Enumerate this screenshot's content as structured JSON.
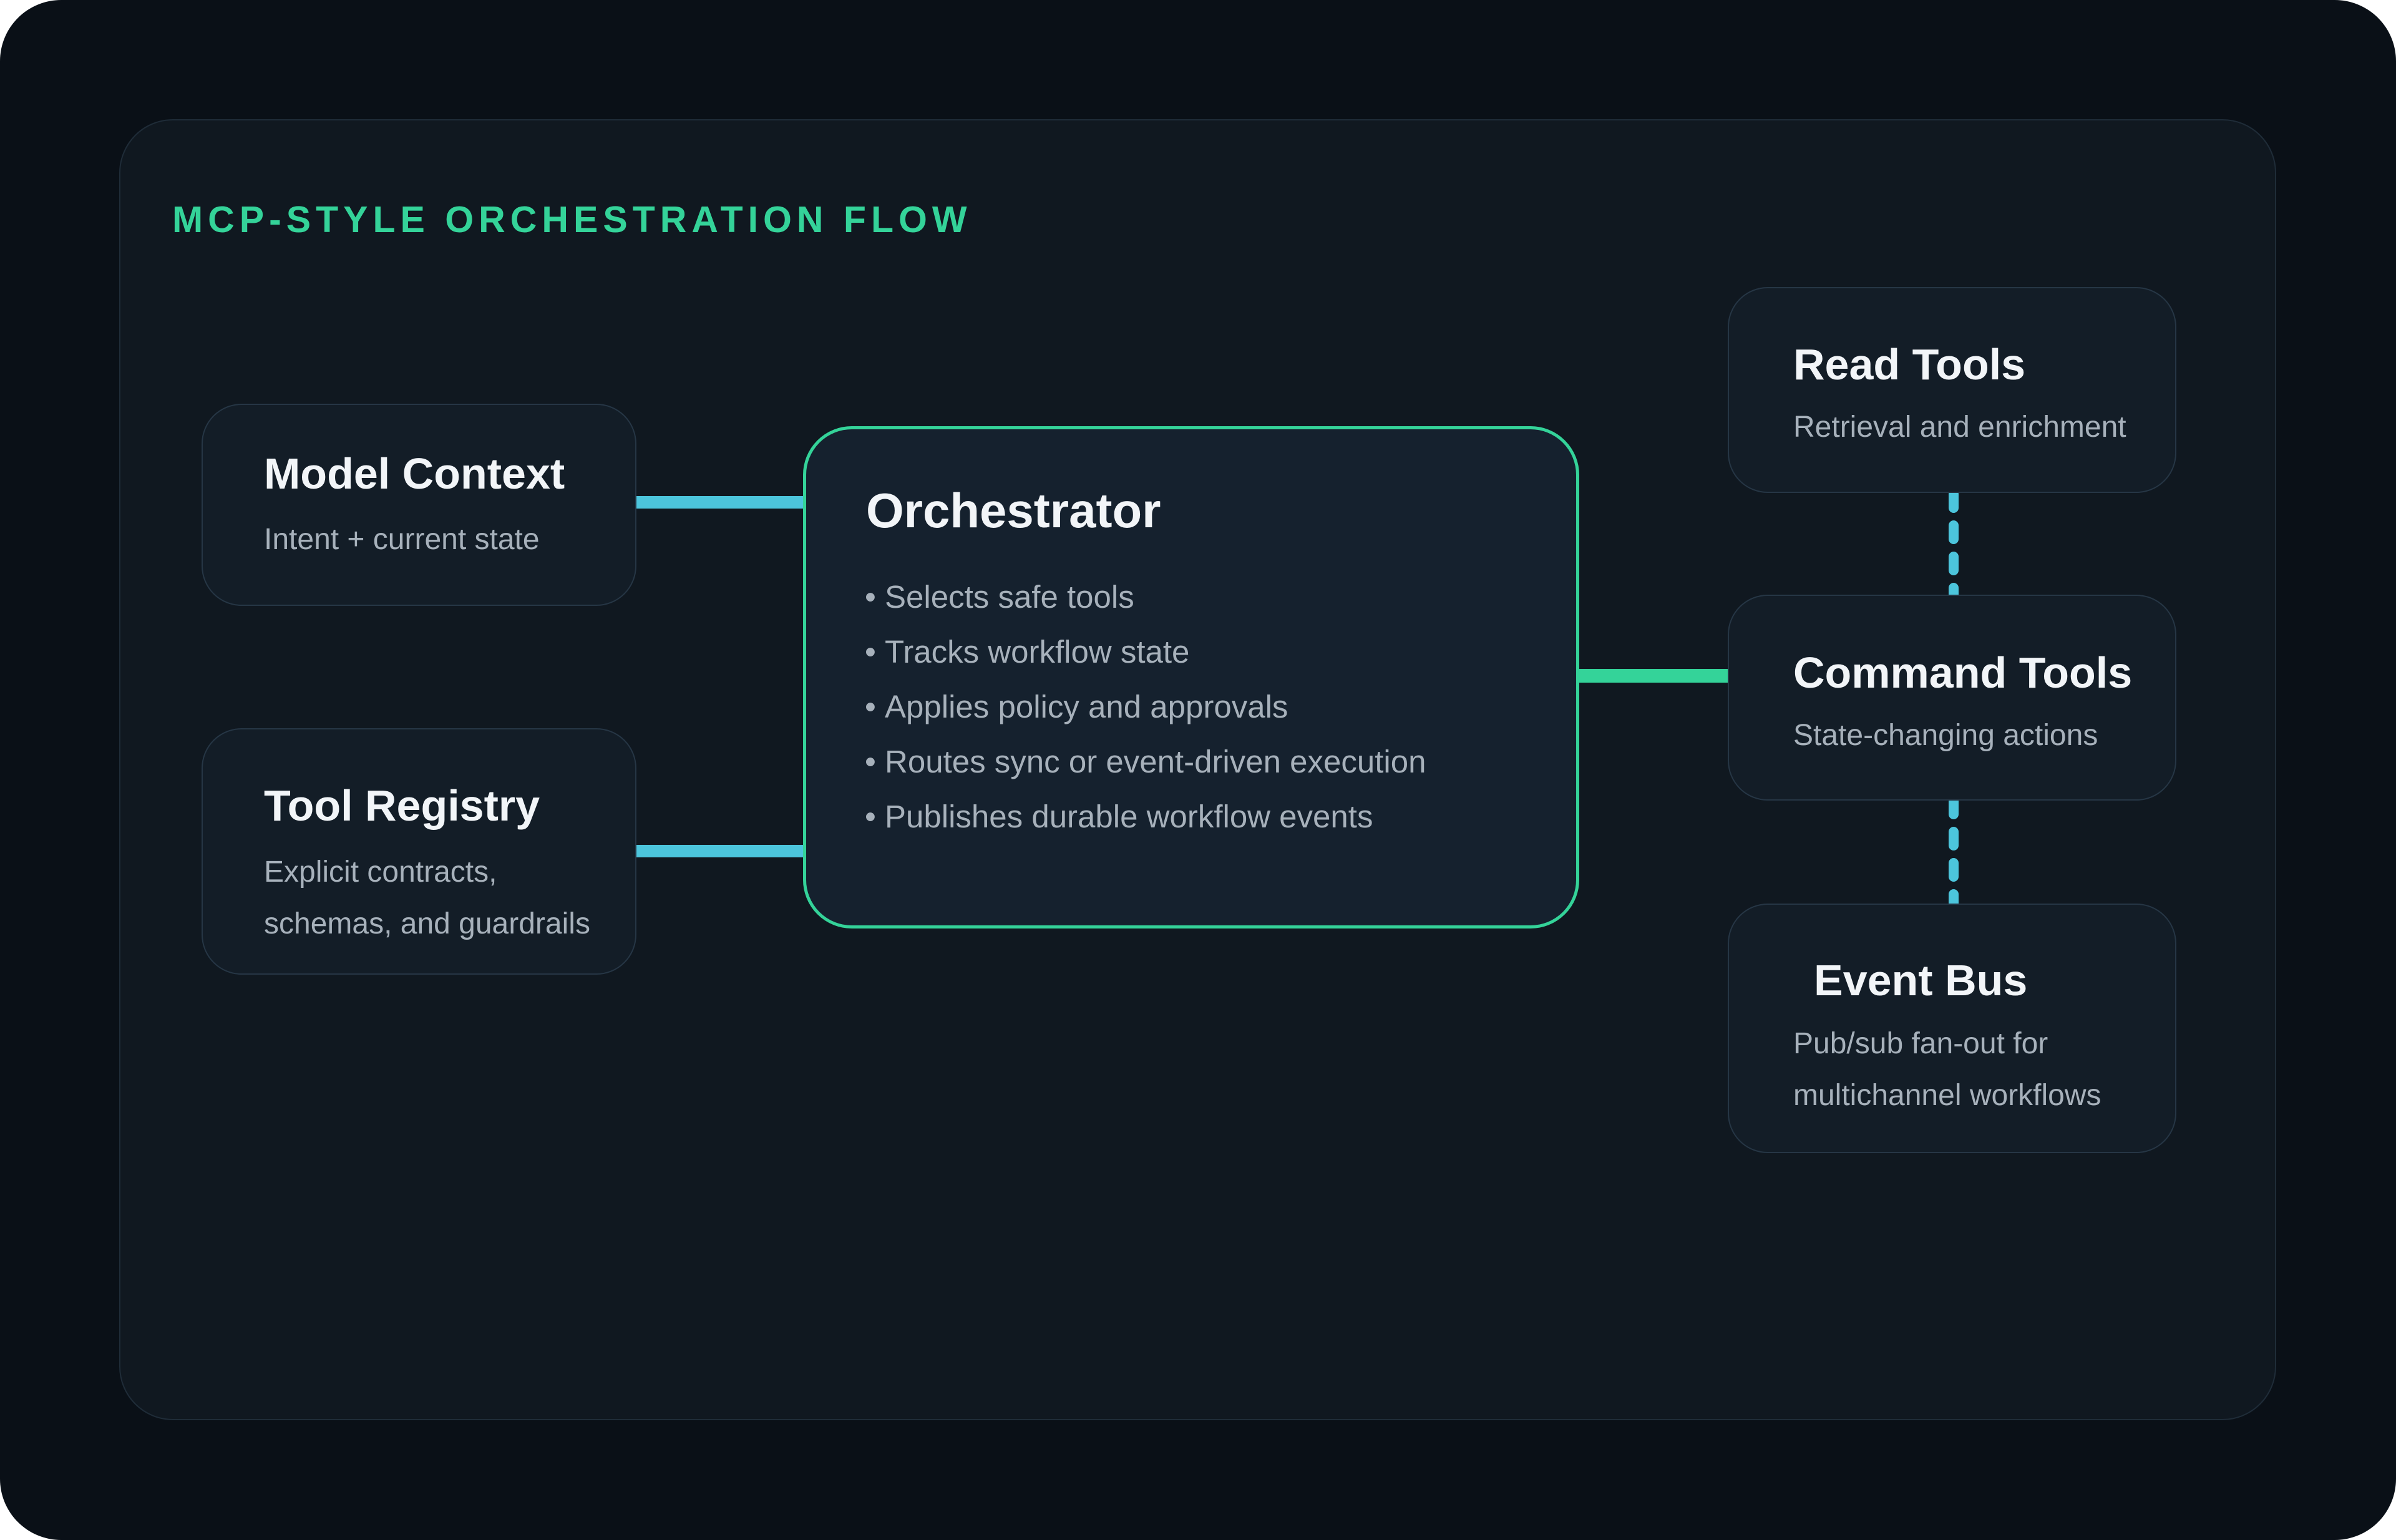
{
  "diagram": {
    "heading": "MCP-STYLE ORCHESTRATION FLOW",
    "colors": {
      "accent_green": "#34d399",
      "accent_cyan": "#4cc5dc",
      "background": "#0a1017",
      "panel": "#101820"
    },
    "nodes": {
      "model_context": {
        "title": "Model Context",
        "lines": [
          "Intent + current state"
        ]
      },
      "tool_registry": {
        "title": "Tool Registry",
        "lines": [
          "Explicit contracts,",
          "schemas, and guardrails"
        ]
      },
      "orchestrator": {
        "title": "Orchestrator",
        "bullets": [
          "Selects safe tools",
          "Tracks workflow state",
          "Applies policy and approvals",
          "Routes sync or event-driven execution",
          "Publishes durable workflow events"
        ]
      },
      "read_tools": {
        "title": "Read Tools",
        "lines": [
          "Retrieval and enrichment"
        ]
      },
      "command_tools": {
        "title": "Command Tools",
        "lines": [
          "State-changing actions"
        ]
      },
      "event_bus": {
        "title": "Event Bus",
        "lines": [
          "Pub/sub fan-out for",
          "multichannel workflows"
        ]
      }
    },
    "edges": [
      {
        "from": "Model Context",
        "to": "Orchestrator",
        "style": "solid",
        "color": "cyan"
      },
      {
        "from": "Tool Registry",
        "to": "Orchestrator",
        "style": "solid",
        "color": "cyan"
      },
      {
        "from": "Orchestrator",
        "to": "Command Tools",
        "style": "solid",
        "color": "green"
      },
      {
        "from": "Read Tools",
        "to": "Command Tools",
        "style": "dashed",
        "color": "cyan"
      },
      {
        "from": "Command Tools",
        "to": "Event Bus",
        "style": "dashed",
        "color": "cyan"
      }
    ]
  }
}
